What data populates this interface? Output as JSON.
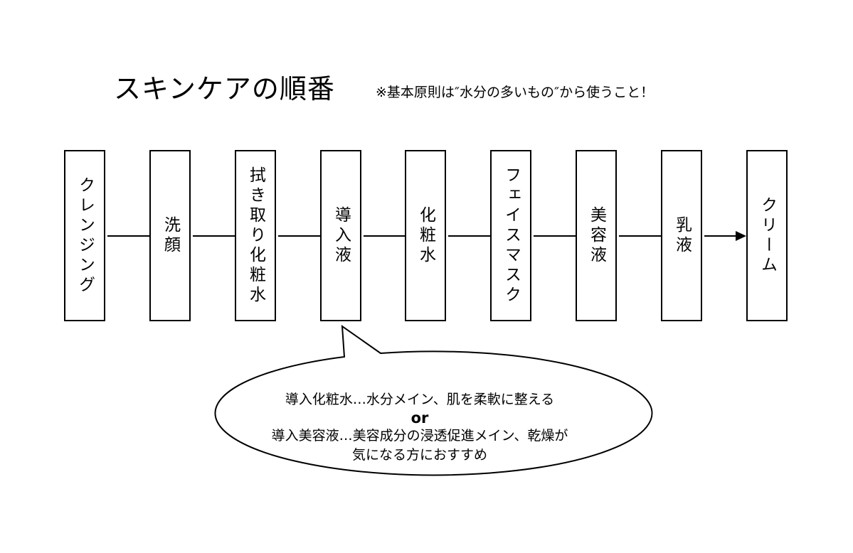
{
  "title": "スキンケアの順番",
  "note": "※基本原則は″水分の多いもの″から使うこと！",
  "steps": [
    {
      "label": "クレンジング"
    },
    {
      "label": "洗顔"
    },
    {
      "label": "拭き取り化粧水"
    },
    {
      "label": "導入液"
    },
    {
      "label": "化粧水"
    },
    {
      "label": "フェイスマスク"
    },
    {
      "label": "美容液"
    },
    {
      "label": "乳液"
    },
    {
      "label": "クリーム"
    }
  ],
  "callout": {
    "line1": "導入化粧水…水分メイン、肌を柔軟に整える",
    "or": "or",
    "line2": "導入美容液…美容成分の浸透促進メイン、乾燥が",
    "line3": "気になる方におすすめ"
  }
}
